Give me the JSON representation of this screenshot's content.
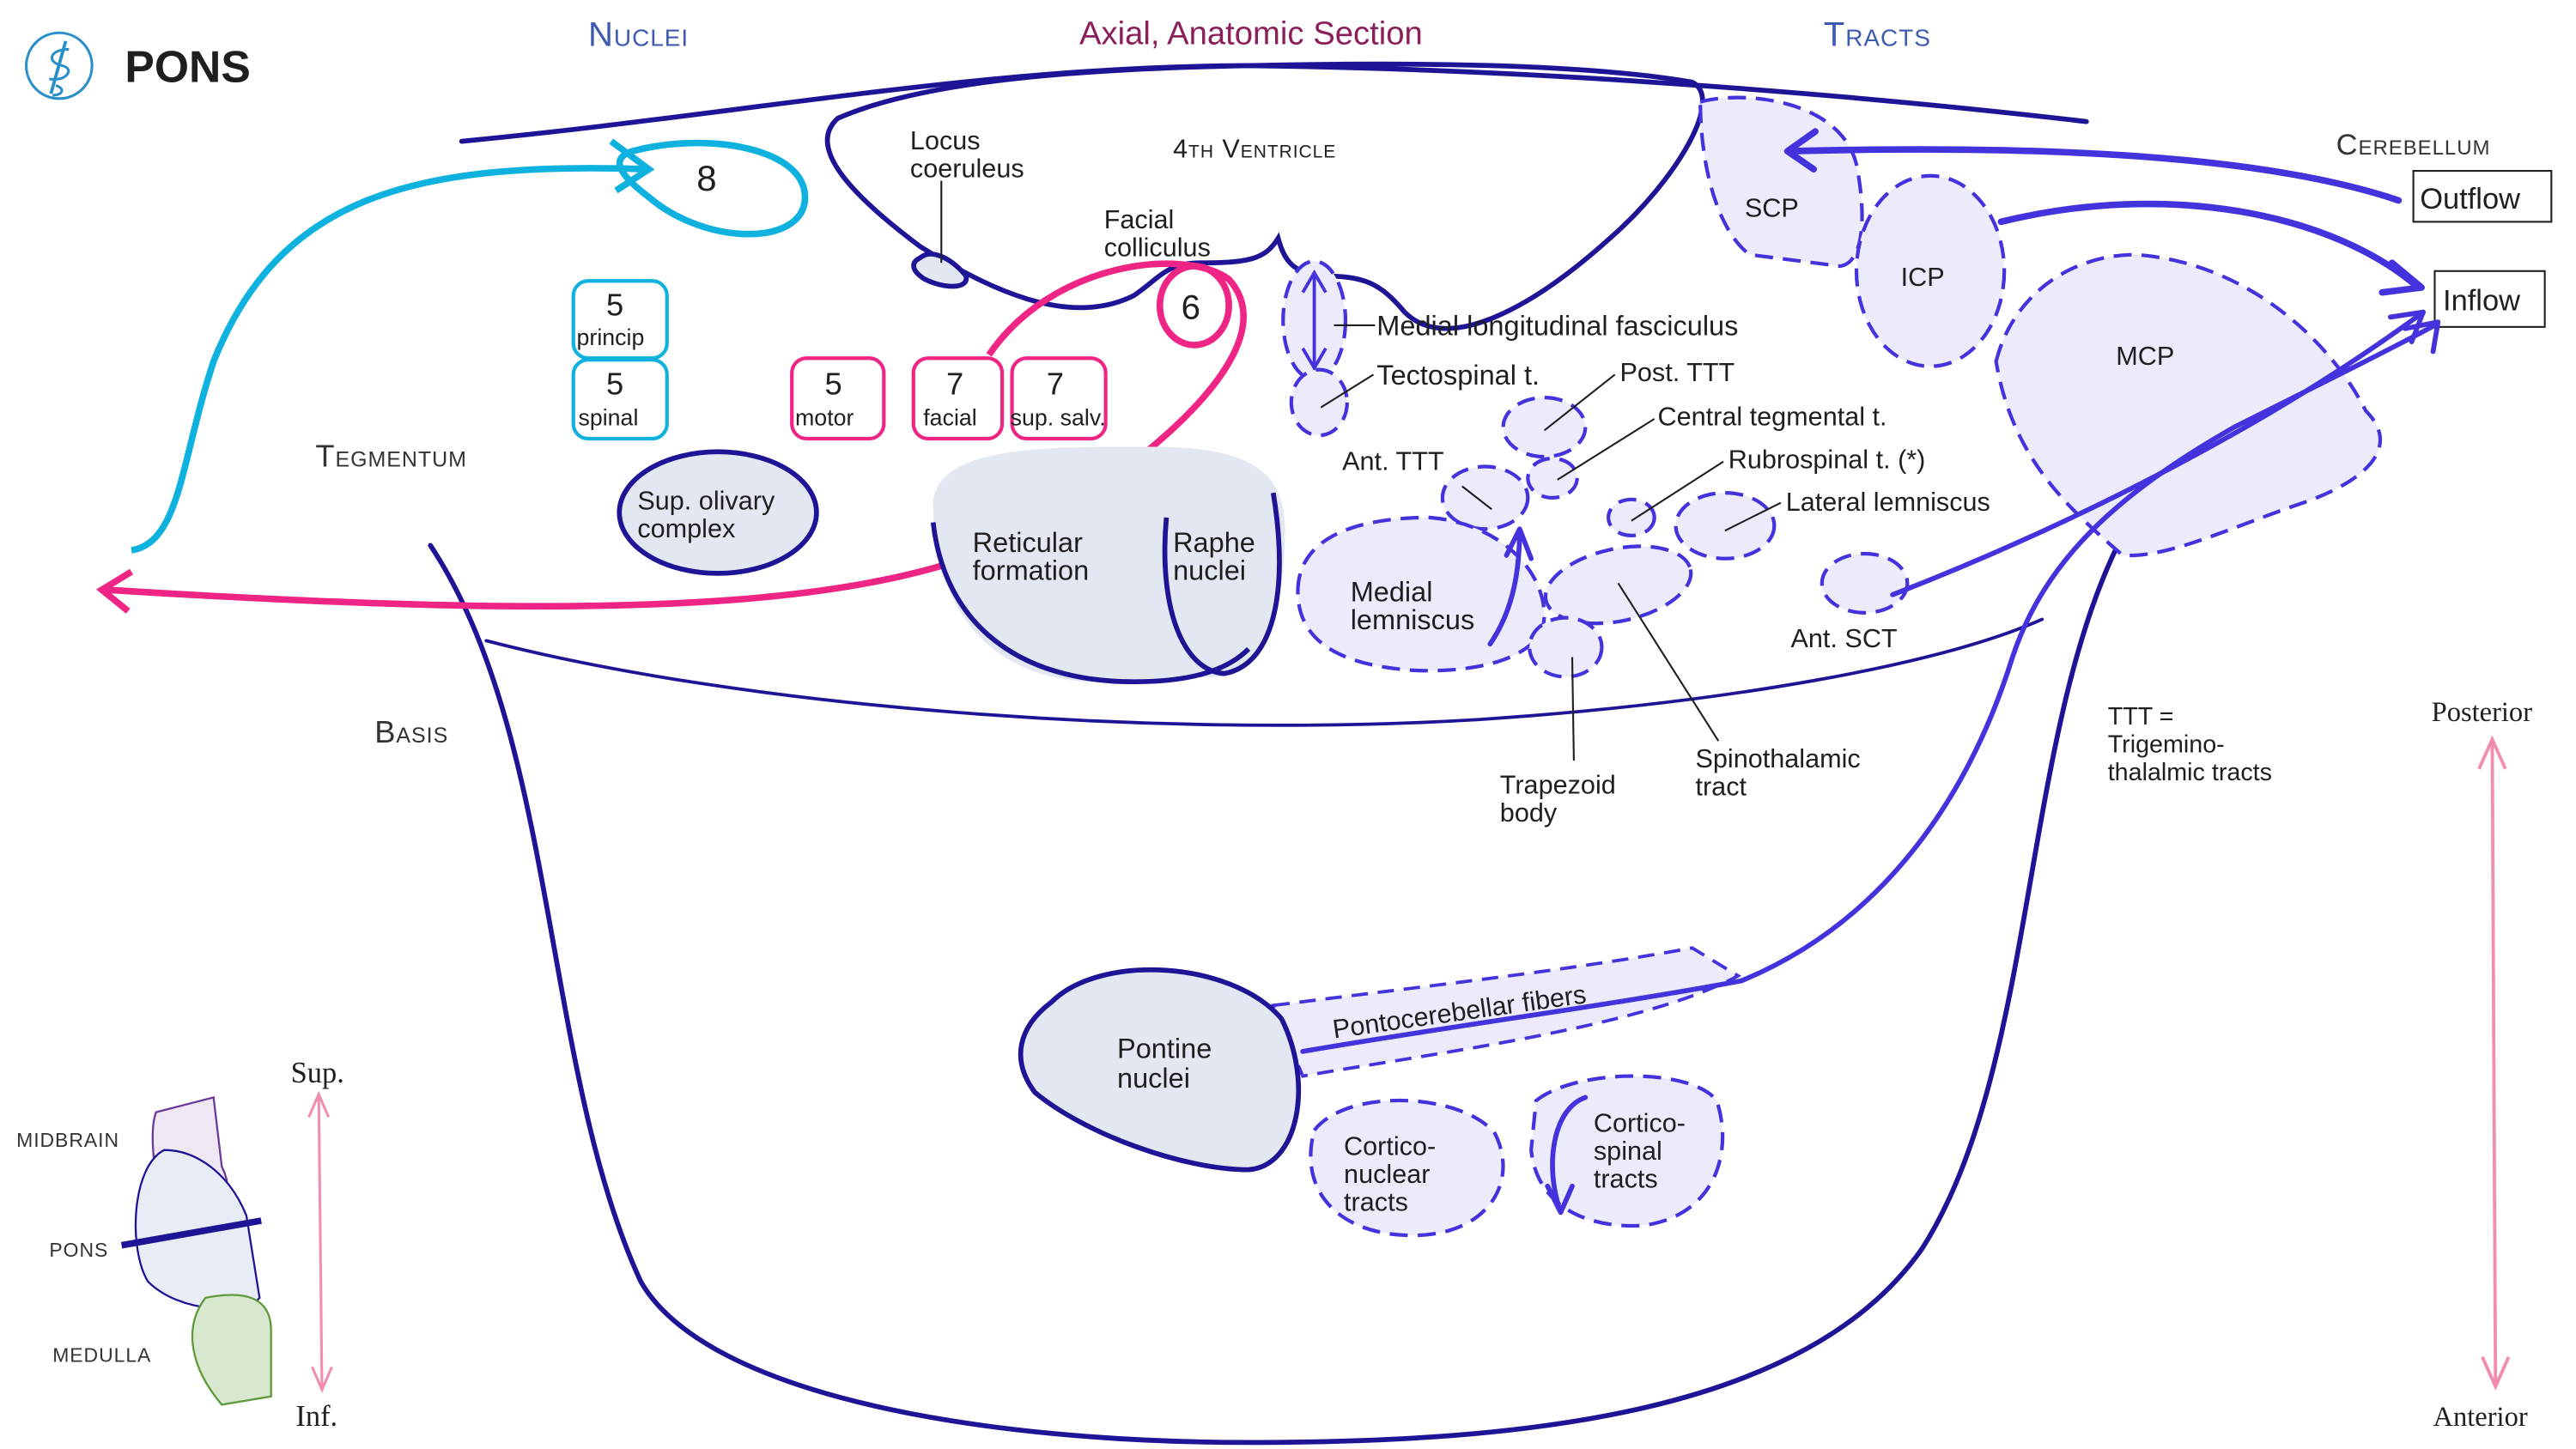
{
  "header": {
    "title": "PONS",
    "logo_icon": "caduceus-icon",
    "section_nuclei": "Nuclei",
    "section_title": "Axial, Anatomic Section",
    "section_tracts": "Tracts"
  },
  "colors": {
    "title": "#5a2333",
    "nuclei_heading": "#3f5bb0",
    "section_title": "#8a1f5a",
    "outline": "#1f1496",
    "tract": "#4433dd",
    "tract_fill": "#ebebfb",
    "cyan": "#0fb2df",
    "pink": "#ef2585",
    "orientation_arrow": "#f28cb1"
  },
  "regions": {
    "tegmentum": "Tegmentum",
    "basis": "Basis",
    "fourth_ventricle": "4th Ventricle",
    "cerebellum": "Cerebellum"
  },
  "cerebellum_boxes": {
    "outflow": "Outflow",
    "inflow": "Inflow"
  },
  "cranial_nerve_nuclei": [
    {
      "number": "8",
      "label": "",
      "color": "cyan"
    },
    {
      "number": "5",
      "label": "princip",
      "color": "cyan"
    },
    {
      "number": "5",
      "label": "spinal",
      "color": "cyan"
    },
    {
      "number": "5",
      "label": "motor",
      "color": "pink"
    },
    {
      "number": "7",
      "label": "facial",
      "color": "pink"
    },
    {
      "number": "7",
      "label": "sup. salv.",
      "color": "pink"
    },
    {
      "number": "6",
      "label": "",
      "color": "pink"
    }
  ],
  "labels": {
    "locus_coeruleus": [
      "Locus",
      "coeruleus"
    ],
    "facial_colliculus": [
      "Facial",
      "colliculus"
    ],
    "sup_olivary": [
      "Sup. olivary",
      "complex"
    ],
    "reticular": [
      "Reticular",
      "formation"
    ],
    "raphe": [
      "Raphe",
      "nuclei"
    ],
    "mlf": "Medial longitudinal fasciculus",
    "tectospinal": "Tectospinal t.",
    "post_ttt": "Post. TTT",
    "central_tegmental": "Central tegmental t.",
    "rubrospinal": "Rubrospinal t. (*)",
    "lateral_lemniscus": "Lateral lemniscus",
    "ant_ttt": "Ant. TTT",
    "medial_lemniscus": [
      "Medial",
      "lemniscus"
    ],
    "ant_sct": "Ant. SCT",
    "trapezoid": [
      "Trapezoid",
      "body"
    ],
    "spinothalamic": [
      "Spinothalamic",
      "tract"
    ],
    "scp": "SCP",
    "icp": "ICP",
    "mcp": "MCP",
    "pontine_nuclei": [
      "Pontine",
      "nuclei"
    ],
    "pontocerebellar": "Pontocerebellar fibers",
    "corticonuclear": [
      "Cortico-",
      "nuclear",
      "tracts"
    ],
    "corticospinal": [
      "Cortico-",
      "spinal",
      "tracts"
    ]
  },
  "legend_note": [
    "TTT =",
    "Trigemino-",
    "thalalmic tracts"
  ],
  "orientation": {
    "posterior": "Posterior",
    "anterior": "Anterior",
    "superior": "Sup.",
    "inferior": "Inf."
  },
  "brainstem_inset": {
    "midbrain": "MIDBRAIN",
    "pons": "PONS",
    "medulla": "MEDULLA"
  }
}
